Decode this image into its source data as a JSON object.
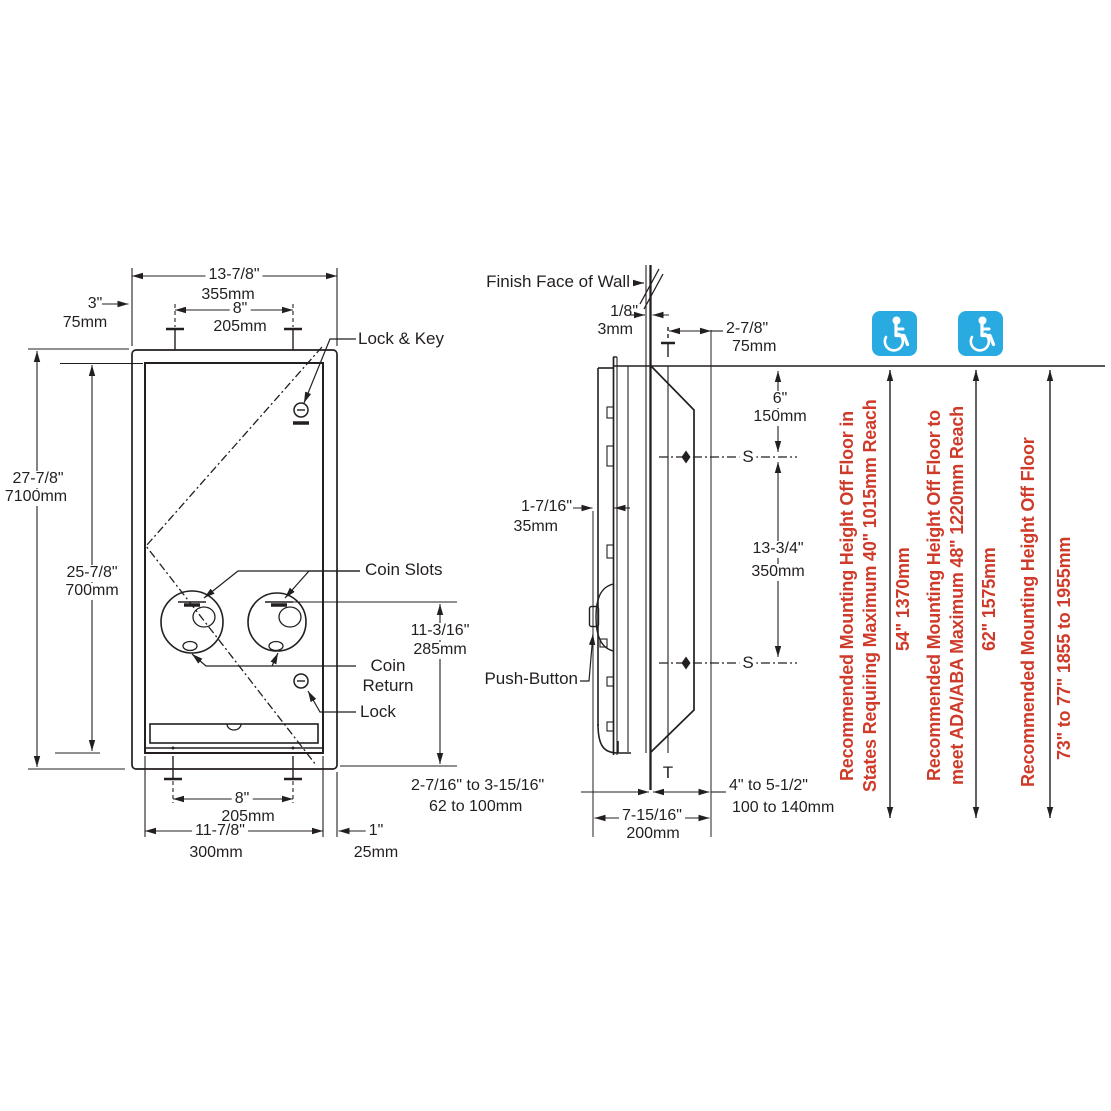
{
  "front": {
    "dim_overall_width_in": "13-7/8\"",
    "dim_overall_width_mm": "355mm",
    "dim_hole_spacing_top_in": "8\"",
    "dim_hole_spacing_top_mm": "205mm",
    "dim_side_clearance_in": "3\"",
    "dim_side_clearance_mm": "75mm",
    "dim_overall_height_in": "27-7/8\"",
    "dim_overall_height_mm": "7100mm",
    "dim_opening_height_in": "25-7/8\"",
    "dim_opening_height_mm": "700mm",
    "dim_slot_to_bottom_in": "11-3/16\"",
    "dim_slot_to_bottom_mm": "285mm",
    "dim_hole_spacing_bottom_in": "8\"",
    "dim_hole_spacing_bottom_mm": "205mm",
    "dim_opening_width_in": "11-7/8\"",
    "dim_opening_width_mm": "300mm",
    "dim_flange_overlap_in": "1\"",
    "dim_flange_overlap_mm": "25mm",
    "label_lock_and_key": "Lock & Key",
    "label_coin_slots": "Coin Slots",
    "label_coin_return_1": "Coin",
    "label_coin_return_2": "Return",
    "label_lock": "Lock"
  },
  "side": {
    "label_finish_face_of_wall": "Finish Face of Wall",
    "label_push_button": "Push-Button",
    "label_s_upper": "S",
    "label_s_lower": "S",
    "label_t_bottom": "T",
    "dim_wall_gap_in": "1/8\"",
    "dim_wall_gap_mm": "3mm",
    "dim_top_to_front_in": "2-7/8\"",
    "dim_top_to_front_mm": "75mm",
    "dim_top_to_s_in": "6\"",
    "dim_top_to_s_mm": "150mm",
    "dim_s_spacing_in": "13-3/4\"",
    "dim_s_spacing_mm": "350mm",
    "dim_button_projection_in": "1-7/16\"",
    "dim_button_projection_mm": "35mm",
    "dim_recess_in": "2-7/16\" to 3-15/16\"",
    "dim_recess_mm": "62 to 100mm",
    "dim_projection_in": "4\" to 5-1/2\"",
    "dim_projection_mm": "100 to 140mm",
    "dim_overall_depth_in": "7-15/16\"",
    "dim_overall_depth_mm": "200mm"
  },
  "mounting": {
    "columns": [
      {
        "line1": "Recommended Mounting Height Off Floor in",
        "line2": "States Requiring Maximum   40\"   1015mm Reach",
        "value": "54\"   1370mm"
      },
      {
        "line1": "Recommended Mounting Height Off Floor to",
        "line2": "meet ADA/ABA Maximum   48\"   1220mm Reach",
        "value": "62\"   1575mm"
      },
      {
        "line1": "Recommended Mounting Height Off Floor",
        "value": "73\" to 77\"   1855 to 1955mm"
      }
    ]
  },
  "colors": {
    "line": "#231f20",
    "red": "#cf3b2a",
    "blue": "#29abe2"
  }
}
